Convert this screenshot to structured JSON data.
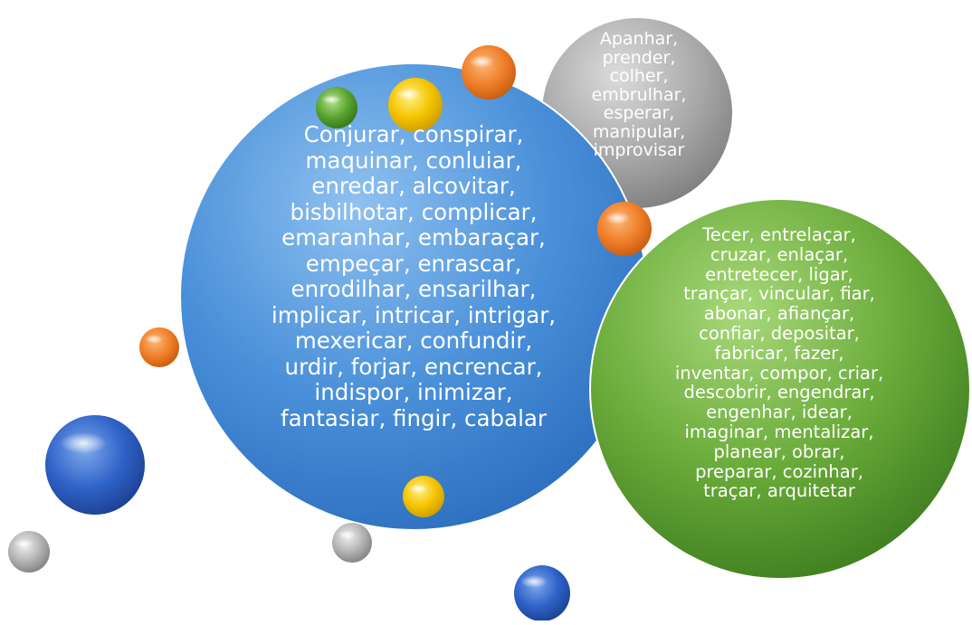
{
  "bubbles": {
    "blue_words": "Conjurar, conspirar,\nmaquinar, conluiar,\nenredar, alcovitar,\nbisbilhotar, complicar,\nemaranhar, embaraçar,\nempeçar, enrascar,\nenrodilhar, ensarilhar,\nimplicar, intricar, intrigar,\nmexericar, confundir,\nurdir, forjar, encrencar,\nindispor, inimizar,\nfantasiar, fingir, cabalar",
    "gray_words": "Apanhar,\nprender,\ncolher,\nembrulhar,\nesperar,\nmanipular,\nimprovisar",
    "green_words": "Tecer, entrelaçar,\ncruzar, enlaçar,\nentretecer, ligar,\ntrançar, vincular, fiar,\nabonar, afiançar,\nconfiar, depositar,\nfabricar, fazer,\ninventar, compor, criar,\ndescobrir, engendrar,\nengenhar, idear,\nimaginar, mentalizar,\nplanear, obrar,\npreparar, cozinhar,\ntraçar, arquitetar"
  },
  "colors": {
    "blue": "#4a90d9",
    "gray": "#a6a6a6",
    "green": "#6aab3a",
    "orange": "#f07f28",
    "yellow": "#f5c400",
    "dark_blue": "#2f63c8",
    "small_green": "#5aa532",
    "small_gray": "#b4b4b4"
  }
}
